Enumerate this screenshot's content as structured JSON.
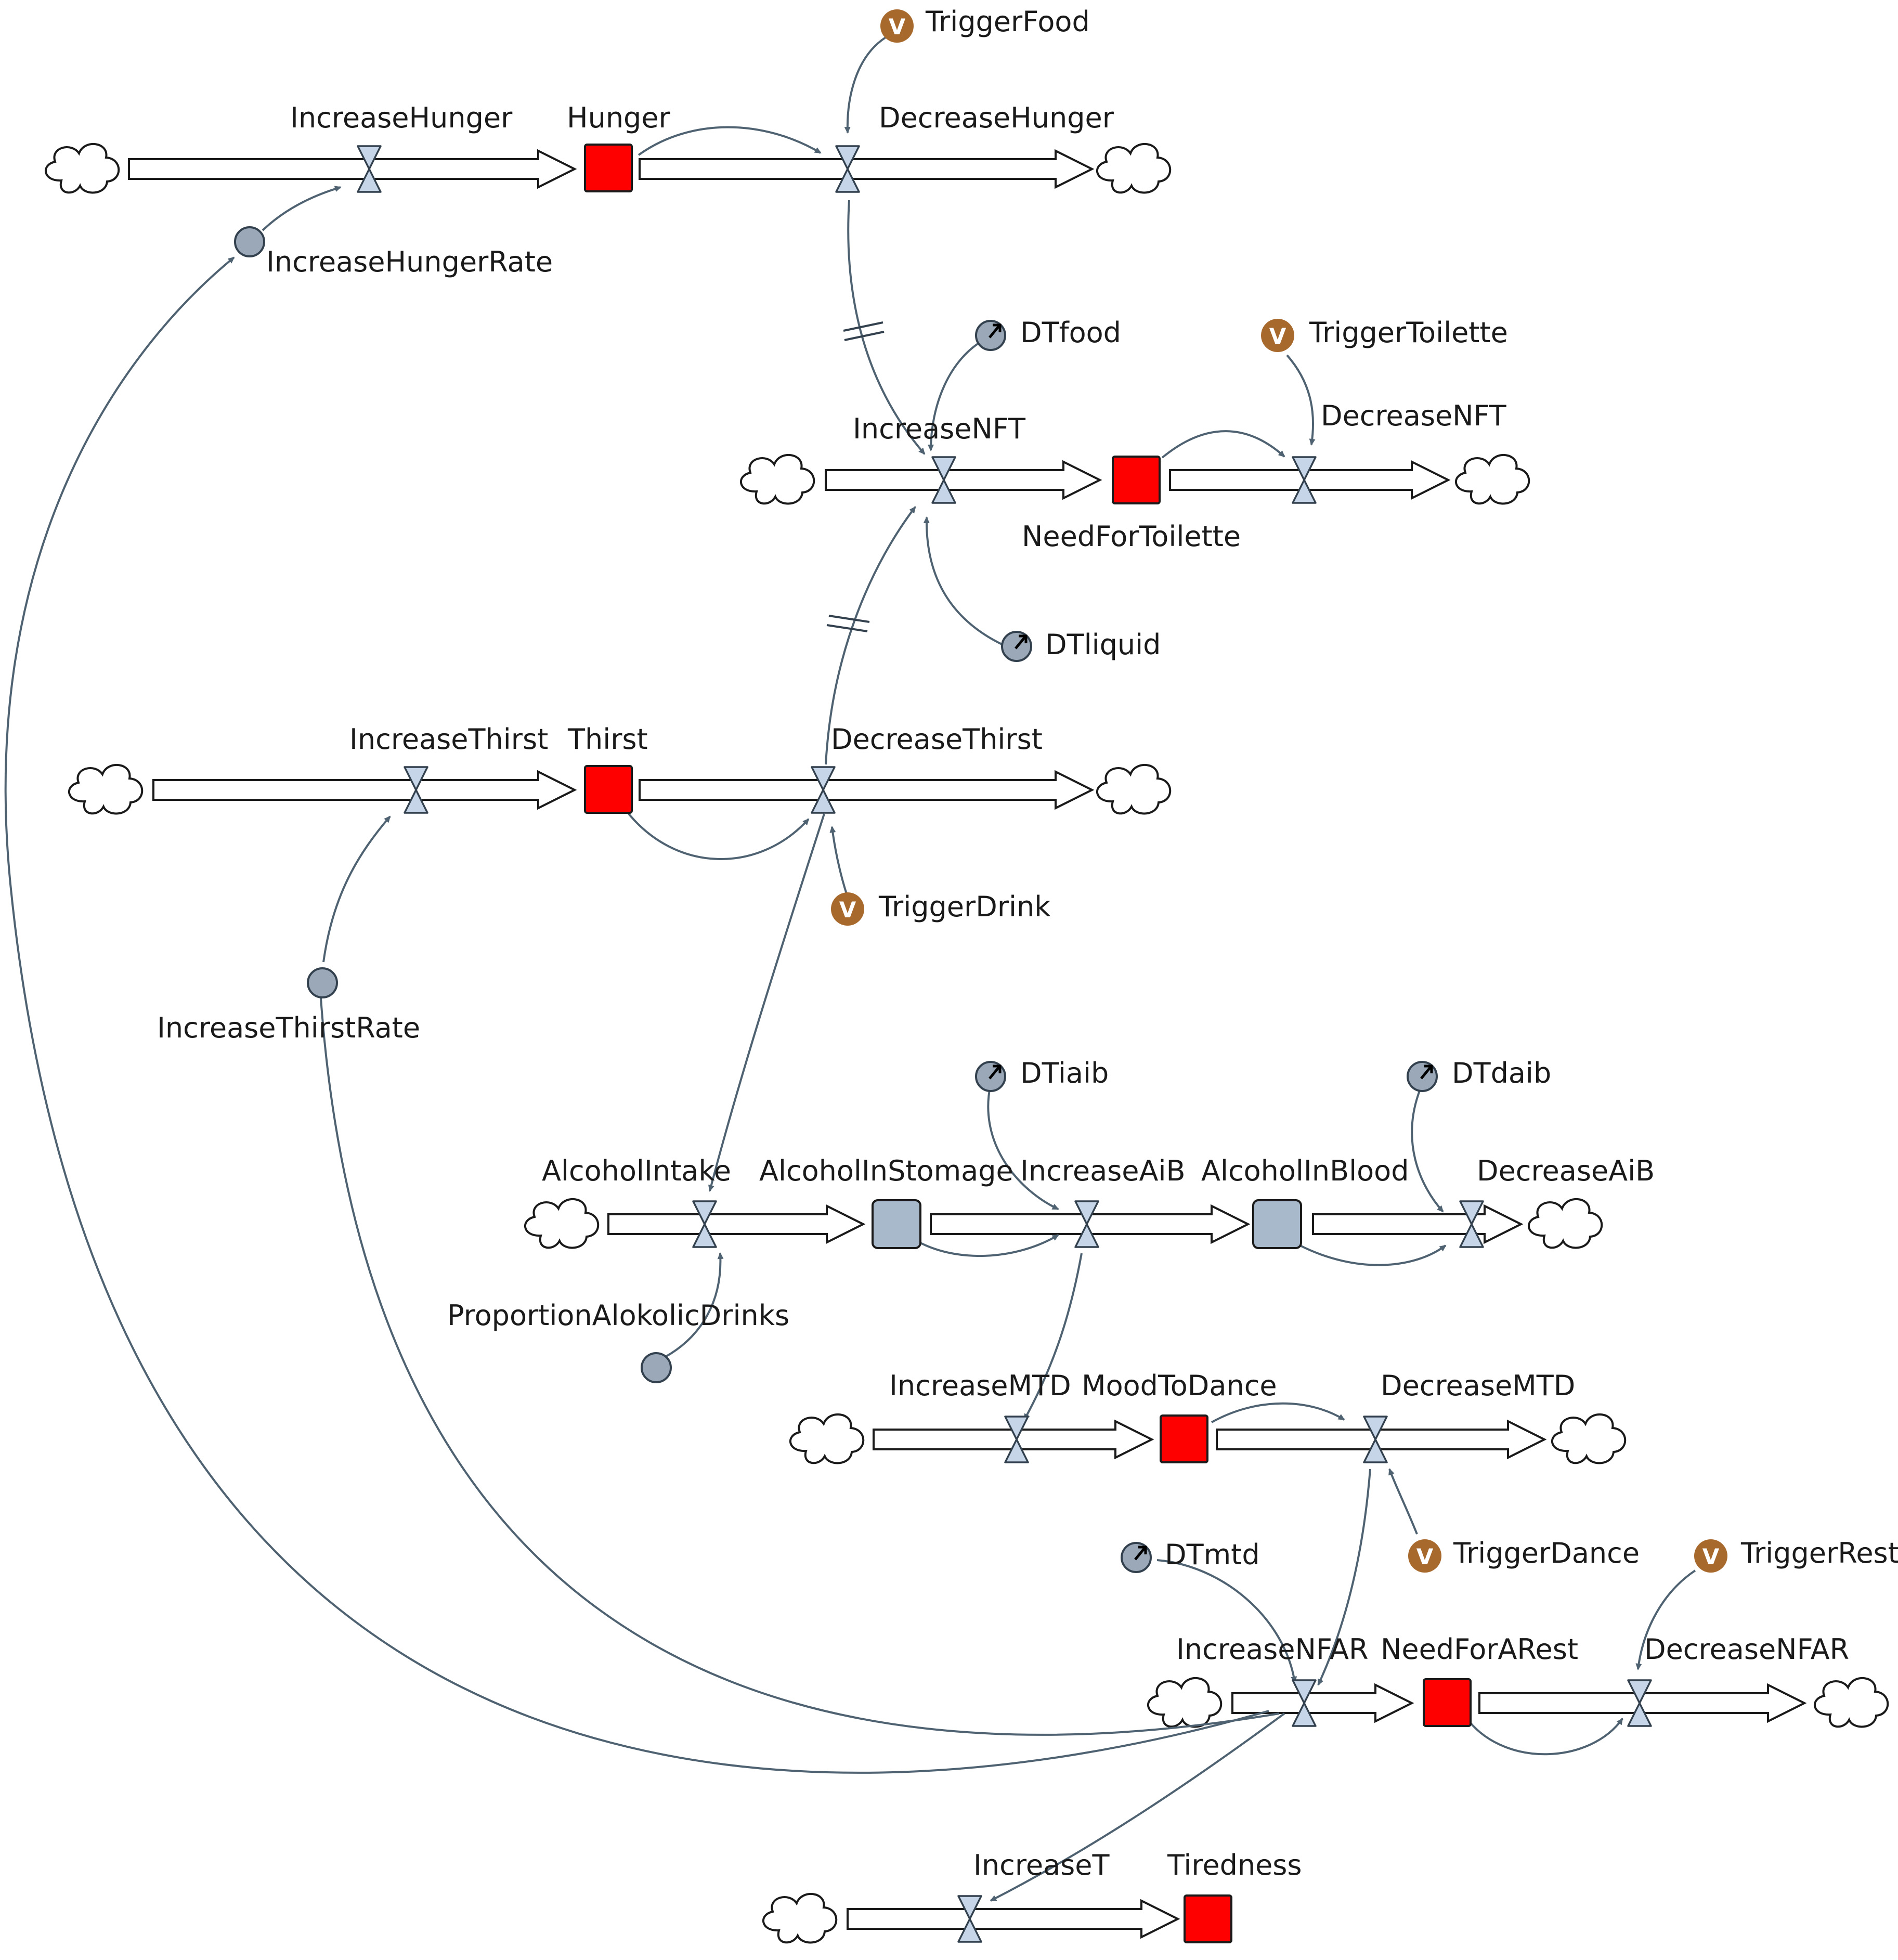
{
  "colors": {
    "stock": "#ff0000",
    "stock_gray": "#a9b9cc",
    "valve": "#c6d6e8",
    "link": "#4f6272",
    "var_circle": "#9aa8b8",
    "v_badge": "#a8692c"
  },
  "stocks": {
    "hunger": "Hunger",
    "need_for_toilette": "NeedForToilette",
    "thirst": "Thirst",
    "alcohol_in_stomage": "AlcoholInStomage",
    "alcohol_in_blood": "AlcoholInBlood",
    "mood_to_dance": "MoodToDance",
    "need_for_a_rest": "NeedForARest",
    "tiredness": "Tiredness"
  },
  "flows": {
    "increase_hunger": "IncreaseHunger",
    "decrease_hunger": "DecreaseHunger",
    "increase_nft": "IncreaseNFT",
    "decrease_nft": "DecreaseNFT",
    "increase_thirst": "IncreaseThirst",
    "decrease_thirst": "DecreaseThirst",
    "alcohol_intake": "AlcoholIntake",
    "increase_aib": "IncreaseAiB",
    "decrease_aib": "DecreaseAiB",
    "increase_mtd": "IncreaseMTD",
    "decrease_mtd": "DecreaseMTD",
    "increase_nfar": "IncreaseNFAR",
    "decrease_nfar": "DecreaseNFAR",
    "increase_t": "IncreaseT"
  },
  "parameters": {
    "increase_hunger_rate": "IncreaseHungerRate",
    "increase_thirst_rate": "IncreaseThirstRate",
    "proportion_alkoholic_drinks": "ProportionAlokolicDrinks"
  },
  "triggers": {
    "badge_letter": "V",
    "trigger_food": "TriggerFood",
    "trigger_toilette": "TriggerToilette",
    "trigger_drink": "TriggerDrink",
    "trigger_dance": "TriggerDance",
    "trigger_rest": "TriggerRest"
  },
  "delays": {
    "dt_food": "DTfood",
    "dt_liquid": "DTliquid",
    "dt_iaib": "DTiaib",
    "dt_daib": "DTdaib",
    "dt_mtd": "DTmtd"
  }
}
